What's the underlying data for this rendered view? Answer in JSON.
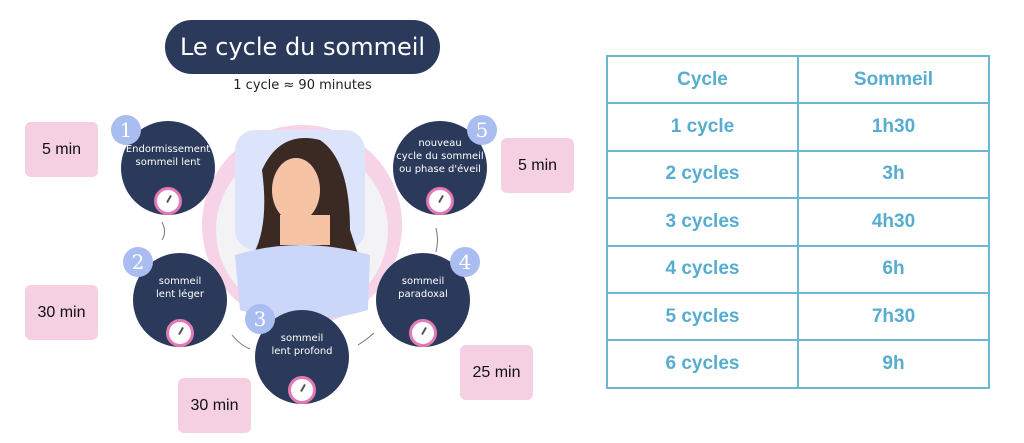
{
  "title": "Le cycle du sommeil",
  "subtitle": "1 cycle ≈ 90 minutes",
  "stages": [
    {
      "number": "1",
      "line1": "Endormissement",
      "line2": "sommeil lent",
      "duration": "5 min"
    },
    {
      "number": "2",
      "line1": "sommeil",
      "line2": "lent léger",
      "duration": "30 min"
    },
    {
      "number": "3",
      "line1": "sommeil",
      "line2": "lent profond",
      "duration": "30 min"
    },
    {
      "number": "4",
      "line1": "sommeil",
      "line2": "paradoxal",
      "duration": "25 min"
    },
    {
      "number": "5",
      "line1": "nouveau",
      "line2": "cycle du sommeil",
      "line3": "ou phase d'éveil",
      "duration": "5 min"
    }
  ],
  "table": {
    "headers": [
      "Cycle",
      "Sommeil"
    ],
    "rows": [
      [
        "1 cycle",
        "1h30"
      ],
      [
        "2 cycles",
        "3h"
      ],
      [
        "3 cycles",
        "4h30"
      ],
      [
        "4 cycles",
        "6h"
      ],
      [
        "5 cycles",
        "7h30"
      ],
      [
        "6 cycles",
        "9h"
      ]
    ]
  }
}
